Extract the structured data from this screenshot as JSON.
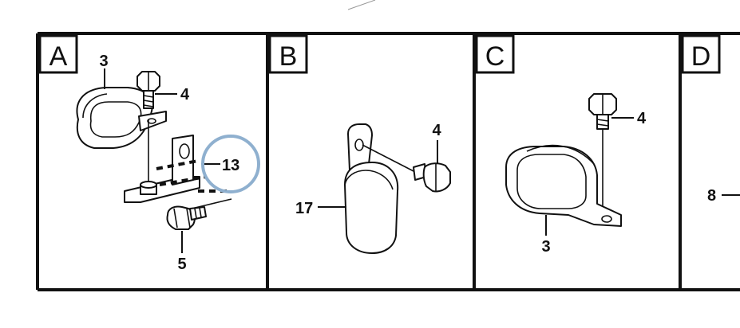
{
  "panels": [
    {
      "letter": "A",
      "labels": [
        "3",
        "4",
        "13",
        "5"
      ]
    },
    {
      "letter": "B",
      "labels": [
        "4",
        "17"
      ]
    },
    {
      "letter": "C",
      "labels": [
        "4",
        "3"
      ]
    },
    {
      "letter": "D",
      "labels": [
        "8"
      ]
    }
  ],
  "highlight": {
    "label": "13",
    "color": "#8fb0cf"
  }
}
